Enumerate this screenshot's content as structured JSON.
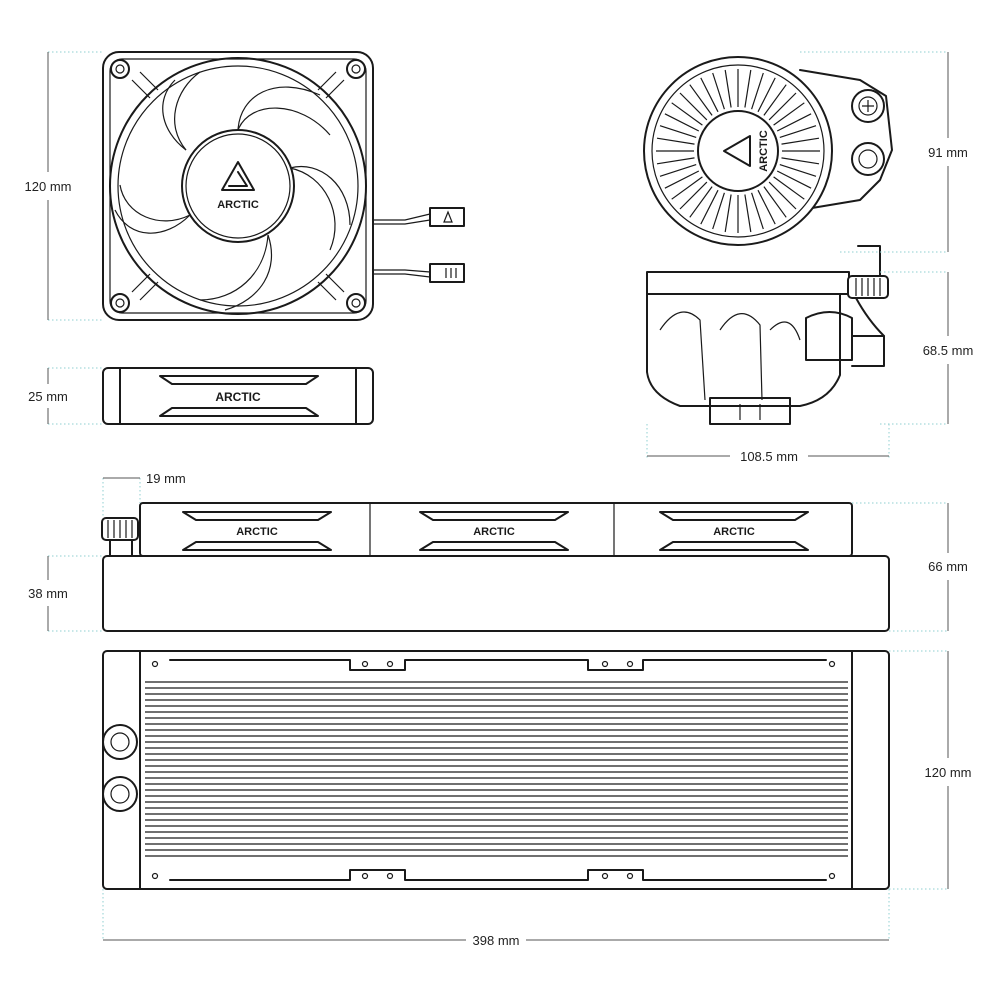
{
  "brand": "ARCTIC",
  "dimensions": {
    "fan_height": "120 mm",
    "fan_thickness": "25 mm",
    "pump_diameter": "91 mm",
    "pump_height": "68.5 mm",
    "pump_width": "108.5 mm",
    "fitting_offset": "19 mm",
    "radiator_thickness": "38 mm",
    "assembly_thickness": "66 mm",
    "radiator_height": "120 mm",
    "radiator_length": "398 mm"
  }
}
